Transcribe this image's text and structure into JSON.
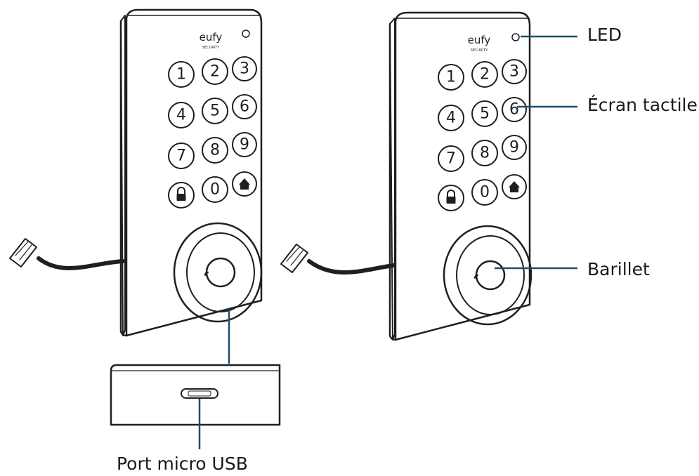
{
  "labels": {
    "led": "LED",
    "touchscreen": "Écran tactile",
    "cylinder": "Barillet",
    "usb_port": "Port micro USB"
  },
  "device": {
    "brand": "eufy",
    "brand_sub": "SECURITY",
    "keys": [
      "1",
      "2",
      "3",
      "4",
      "5",
      "6",
      "7",
      "8",
      "9",
      "lock",
      "0",
      "home"
    ]
  },
  "colors": {
    "line": "#1f1f1f",
    "callout": "#1f4d6b",
    "background": "#ffffff"
  }
}
